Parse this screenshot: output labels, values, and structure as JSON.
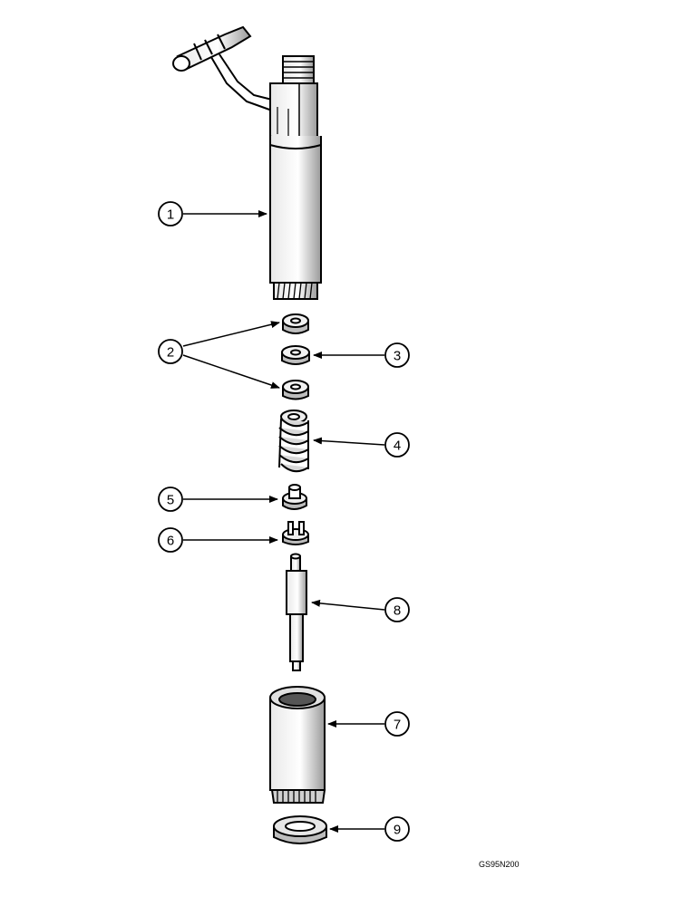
{
  "callouts": [
    "1",
    "2",
    "3",
    "4",
    "5",
    "6",
    "8",
    "7",
    "9"
  ],
  "figure_ref": "GS95N200",
  "parts": [
    "injector-body",
    "shim",
    "shim",
    "shim",
    "spring",
    "spring-seat",
    "spacer",
    "needle",
    "nozzle-nut",
    "washer"
  ]
}
